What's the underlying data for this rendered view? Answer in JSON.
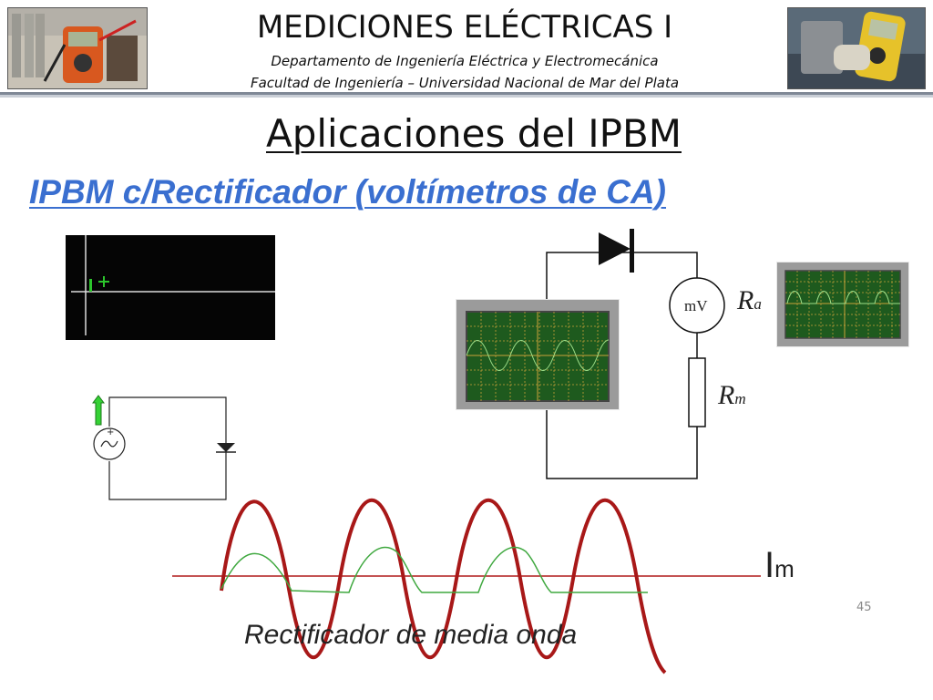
{
  "header": {
    "title": "MEDICIONES ELÉCTRICAS I",
    "department": "Departamento de Ingeniería Eléctrica y Electromecánica",
    "faculty": "Facultad de Ingeniería – Universidad Nacional de Mar del Plata"
  },
  "slide": {
    "title": "Aplicaciones del IPBM",
    "subtitle": "IPBM c/Rectificador (voltímetros de CA)",
    "caption": "Rectificador de media onda",
    "page_number": "45"
  },
  "circuit": {
    "meter_label": "mV",
    "ra": {
      "main": "R",
      "sub": "a"
    },
    "rm": {
      "main": "R",
      "sub": "m"
    }
  },
  "waveform": {
    "current_label": {
      "main": "I",
      "sub": "m"
    }
  },
  "colors": {
    "subtitle_blue": "#3a6fd0",
    "sine_red": "#b01c1c",
    "trace_green": "#3fa83f",
    "scope_screen": "#1f5a1f"
  }
}
